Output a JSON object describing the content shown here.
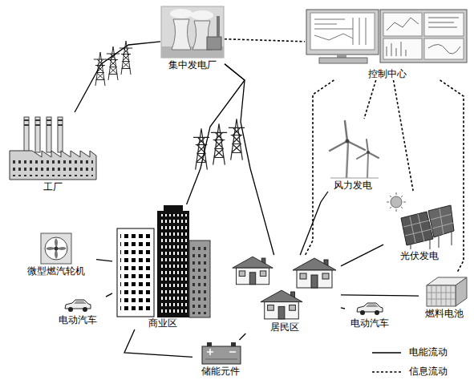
{
  "diagram": {
    "nodes": [
      {
        "text": [
          "集中发电厂"
        ]
      },
      {
        "text": [
          "控制中心"
        ]
      },
      {
        "text": [
          "工厂"
        ]
      },
      {
        "text": [
          "风力发电"
        ]
      },
      {
        "text": [
          "光伏发电"
        ]
      },
      {
        "text": [
          "微型燃汽轮机"
        ]
      },
      {
        "text": [
          "商业区"
        ]
      },
      {
        "text": [
          "居民区"
        ]
      },
      {
        "text": [
          "电动汽车"
        ]
      },
      {
        "text": [
          "电动汽车"
        ]
      },
      {
        "text": [
          "燃料电池"
        ]
      },
      {
        "text": [
          "储能元件"
        ]
      }
    ],
    "edges": [
      {
        "from": 0,
        "to": 2,
        "arrow": "none"
      },
      {
        "from": 0,
        "to": 6,
        "arrow": "none"
      },
      {
        "from": 0,
        "to": 7,
        "arrow": "none"
      },
      {
        "from": 0,
        "to": 1,
        "arrow": "none"
      },
      {
        "from": 1,
        "to": 3,
        "arrow": "none"
      },
      {
        "from": 1,
        "to": 4,
        "arrow": "none"
      },
      {
        "from": 1,
        "to": 10,
        "arrow": "none"
      },
      {
        "from": 1,
        "to": 7,
        "arrow": "none"
      },
      {
        "from": 5,
        "to": 6,
        "arrow": "none"
      },
      {
        "from": 8,
        "to": 6,
        "arrow": "none"
      },
      {
        "from": 6,
        "to": 11,
        "arrow": "none"
      },
      {
        "from": 11,
        "to": 7,
        "arrow": "none"
      },
      {
        "from": 7,
        "to": 3,
        "arrow": "none"
      },
      {
        "from": 7,
        "to": 4,
        "arrow": "none"
      },
      {
        "from": 7,
        "to": 10,
        "arrow": "none"
      },
      {
        "from": 7,
        "to": 9,
        "arrow": "none"
      }
    ],
    "legend": [
      {
        "text": "电能流动"
      },
      {
        "text": "信息流动"
      }
    ]
  }
}
